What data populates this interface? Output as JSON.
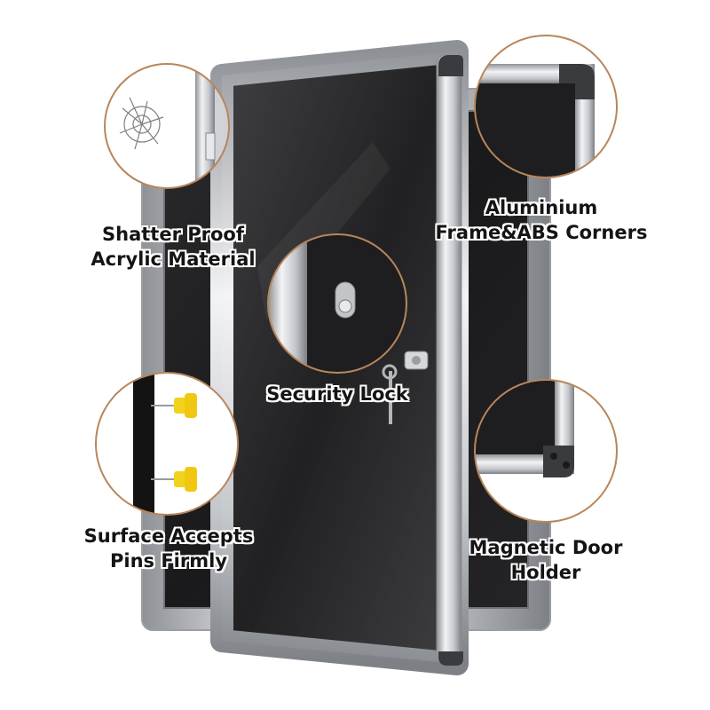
{
  "callouts": {
    "acrylic": {
      "line1": "Shatter Proof",
      "line2": "Acrylic Material",
      "icon": "shattered-acrylic-closeup"
    },
    "corners": {
      "line1": "Aluminium",
      "line2": "Frame&ABS Corners",
      "icon": "frame-corner-closeup"
    },
    "lock": {
      "line1": "Security Lock",
      "icon": "lock-closeup"
    },
    "pins": {
      "line1": "Surface Accepts",
      "line2": "Pins Firmly",
      "icon": "push-pins-closeup"
    },
    "magnet": {
      "line1": "Magnetic Door",
      "line2": "Holder",
      "icon": "magnet-holder-closeup"
    }
  },
  "colors": {
    "ring": "#b8865a",
    "frame": "#c9ccd0",
    "felt": "#1d1d1f",
    "corner_cap": "#3a3b3e",
    "pin": "#f3d21c"
  }
}
